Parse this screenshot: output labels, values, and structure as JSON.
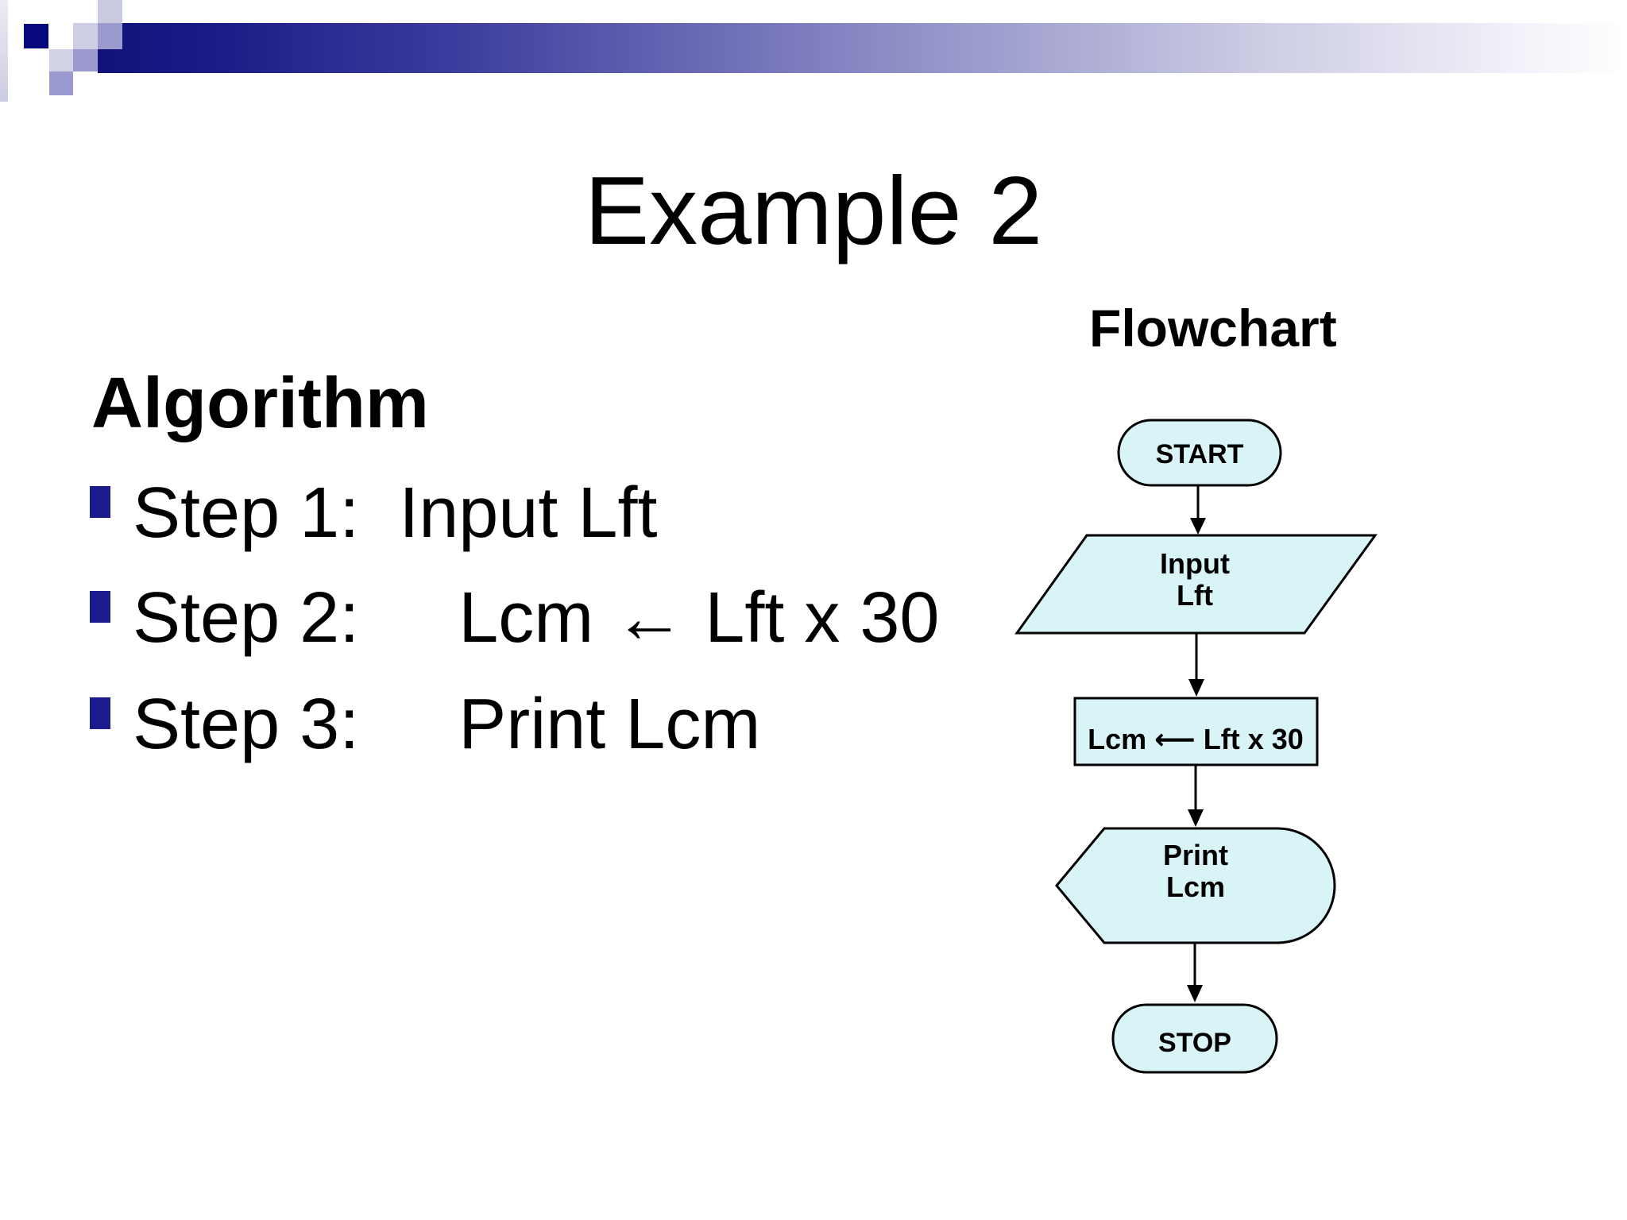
{
  "slide": {
    "title": "Example 2",
    "algorithm": {
      "heading": "Algorithm",
      "steps": [
        "Step 1:  Input Lft",
        "Step 2:     Lcm ← Lft x 30",
        "Step 3:     Print Lcm"
      ]
    },
    "flowchart": {
      "heading": "Flowchart",
      "start": "START",
      "input_line1": "Input",
      "input_line2": "Lft",
      "process": "Lcm ⟵ Lft x 30",
      "output_line1": "Print",
      "output_line2": "Lcm",
      "stop": "STOP"
    },
    "colors": {
      "node_fill": "#d9f4f7",
      "node_stroke": "#000000",
      "bullet_navy": "#1b1b8e",
      "banner_navy": "#14147c"
    }
  }
}
